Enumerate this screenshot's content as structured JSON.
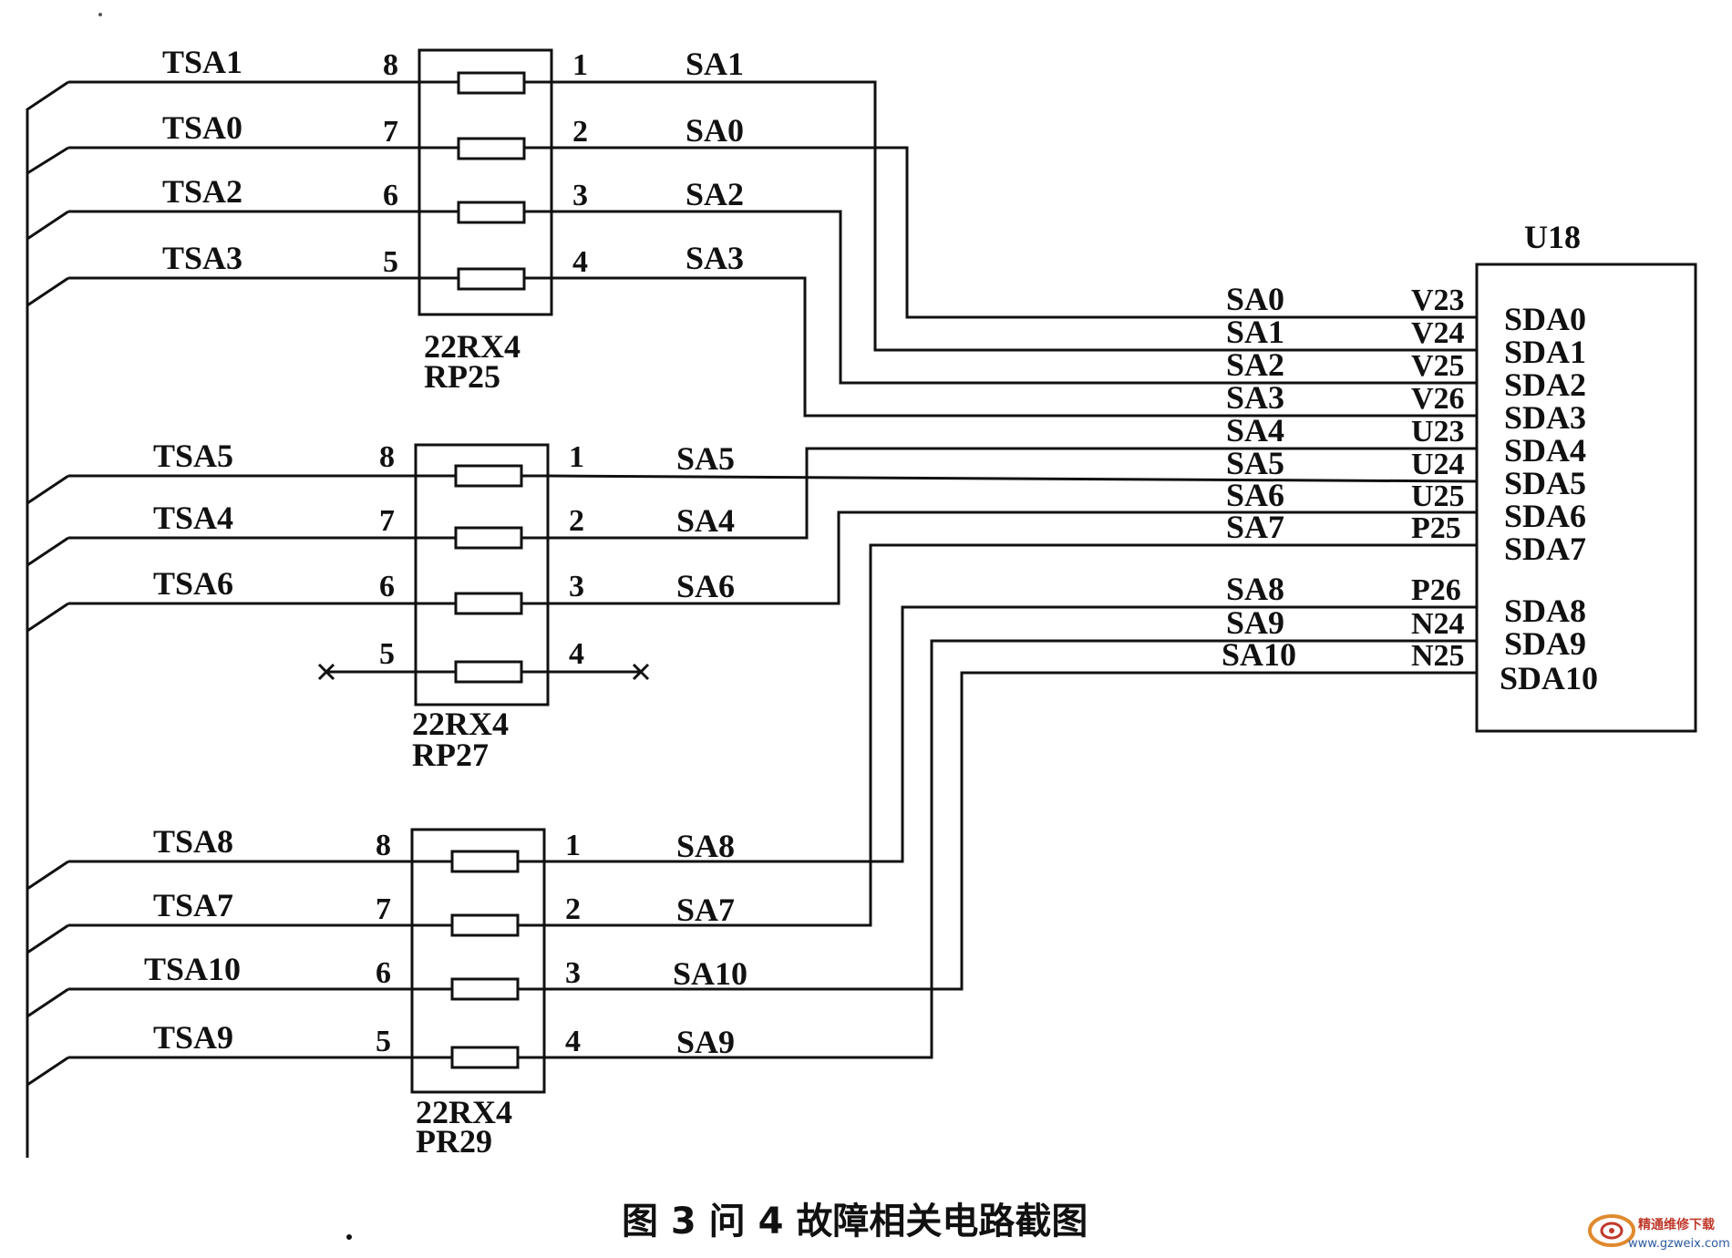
{
  "resistor_packs": [
    {
      "part": "22RX4",
      "ref": "RP25",
      "rows": [
        {
          "left_net": "TSA1",
          "left_pin": "8",
          "right_pin": "1",
          "right_net": "SA1"
        },
        {
          "left_net": "TSA0",
          "left_pin": "7",
          "right_pin": "2",
          "right_net": "SA0"
        },
        {
          "left_net": "TSA2",
          "left_pin": "6",
          "right_pin": "3",
          "right_net": "SA2"
        },
        {
          "left_net": "TSA3",
          "left_pin": "5",
          "right_pin": "4",
          "right_net": "SA3"
        }
      ]
    },
    {
      "part": "22RX4",
      "ref": "RP27",
      "rows": [
        {
          "left_net": "TSA5",
          "left_pin": "8",
          "right_pin": "1",
          "right_net": "SA5"
        },
        {
          "left_net": "TSA4",
          "left_pin": "7",
          "right_pin": "2",
          "right_net": "SA4"
        },
        {
          "left_net": "TSA6",
          "left_pin": "6",
          "right_pin": "3",
          "right_net": "SA6"
        },
        {
          "left_net": "",
          "left_pin": "5",
          "right_pin": "4",
          "right_net": ""
        }
      ]
    },
    {
      "part": "22RX4",
      "ref": "PR29",
      "rows": [
        {
          "left_net": "TSA8",
          "left_pin": "8",
          "right_pin": "1",
          "right_net": "SA8"
        },
        {
          "left_net": "TSA7",
          "left_pin": "7",
          "right_pin": "2",
          "right_net": "SA7"
        },
        {
          "left_net": "TSA10",
          "left_pin": "6",
          "right_pin": "3",
          "right_net": "SA10"
        },
        {
          "left_net": "TSA9",
          "left_pin": "5",
          "right_pin": "4",
          "right_net": "SA9"
        }
      ]
    }
  ],
  "ic": {
    "ref": "U18",
    "pins": [
      {
        "net": "SA0",
        "ball": "V23",
        "signal": "SDA0"
      },
      {
        "net": "SA1",
        "ball": "V24",
        "signal": "SDA1"
      },
      {
        "net": "SA2",
        "ball": "V25",
        "signal": "SDA2"
      },
      {
        "net": "SA3",
        "ball": "V26",
        "signal": "SDA3"
      },
      {
        "net": "SA4",
        "ball": "U23",
        "signal": "SDA4"
      },
      {
        "net": "SA5",
        "ball": "U24",
        "signal": "SDA5"
      },
      {
        "net": "SA6",
        "ball": "U25",
        "signal": "SDA6"
      },
      {
        "net": "SA7",
        "ball": "P25",
        "signal": "SDA7"
      },
      {
        "net": "SA8",
        "ball": "P26",
        "signal": "SDA8"
      },
      {
        "net": "SA9",
        "ball": "N24",
        "signal": "SDA9"
      },
      {
        "net": "SA10",
        "ball": "N25",
        "signal": "SDA10"
      }
    ]
  },
  "caption": "图 3  问 4 故障相关电路截图",
  "watermark": {
    "name": "精通维修下载",
    "url": "www.gzweix.com"
  }
}
